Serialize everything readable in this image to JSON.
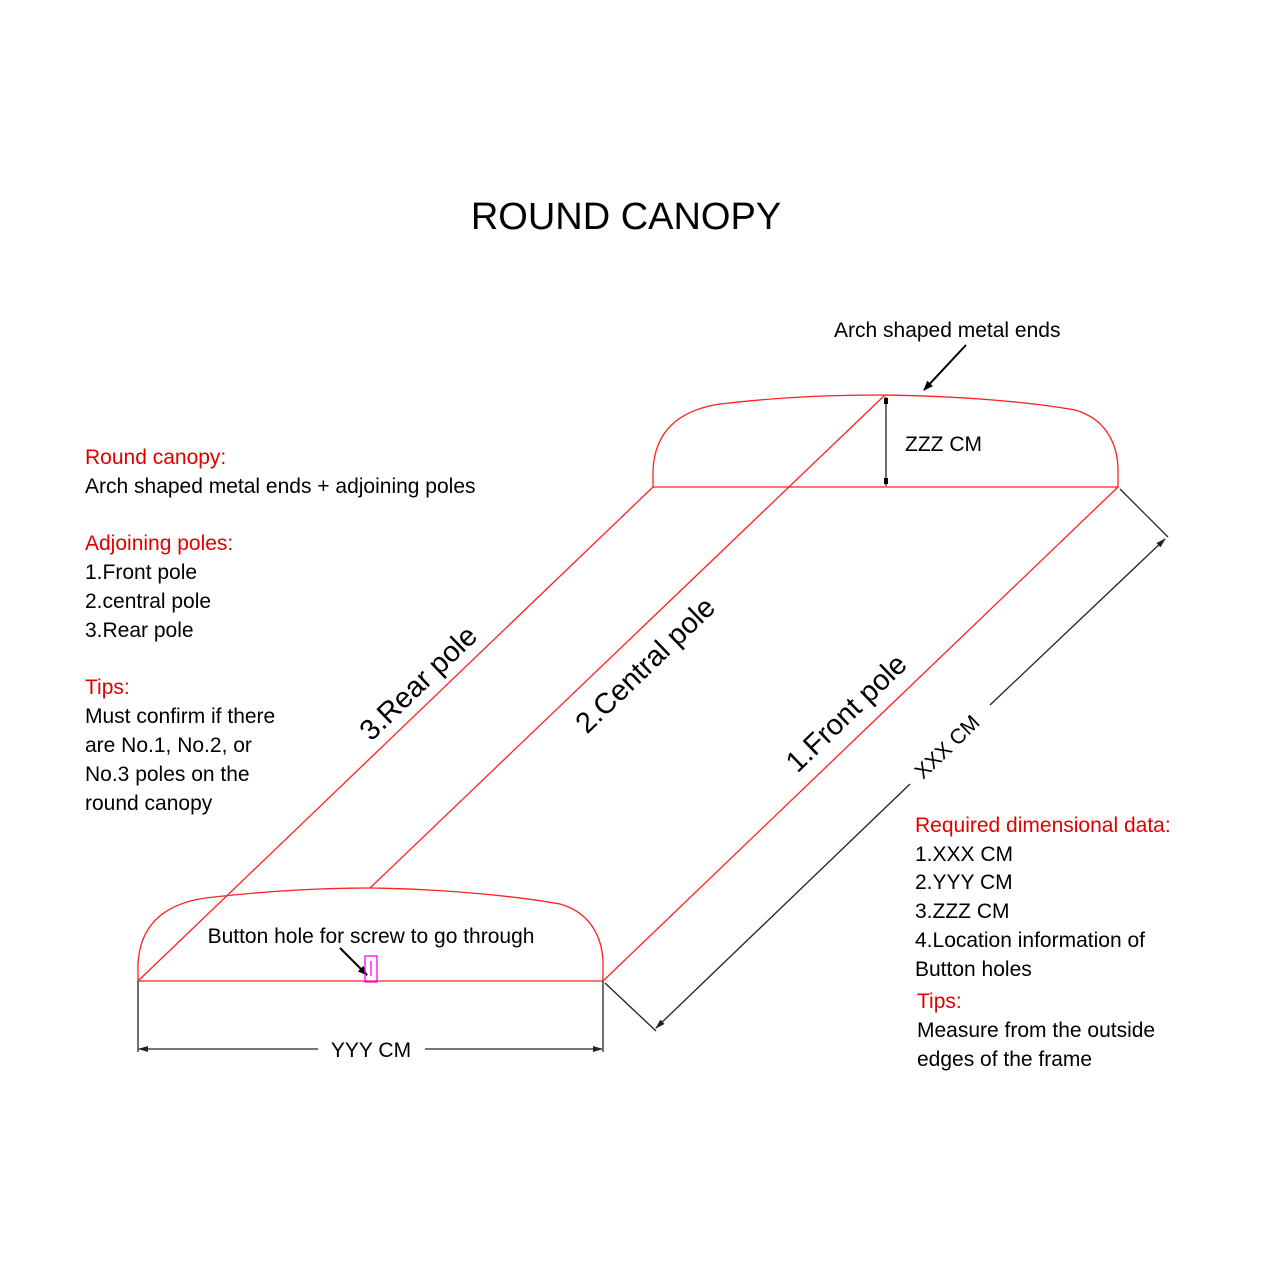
{
  "title": "ROUND CANOPY",
  "colors": {
    "frame": "#ff2020",
    "heading": "#e00000",
    "button_hole": "#ff00ff",
    "dimension": "#222222"
  },
  "labels": {
    "arch_ends": "Arch shaped metal ends",
    "zzz": "ZZZ CM",
    "yyy": "YYY CM",
    "xxx": "XXX CM",
    "button_hole": "Button hole for screw to go through",
    "rear_pole": "3.Rear pole",
    "central_pole": "2.Central pole",
    "front_pole": "1.Front pole"
  },
  "left_notes": {
    "round_canopy_heading": "Round canopy:",
    "round_canopy_text": "Arch shaped metal ends + adjoining poles",
    "poles_heading": "Adjoining poles:",
    "poles": [
      "1.Front pole",
      "2.central pole",
      "3.Rear pole"
    ],
    "tips_heading": "Tips:",
    "tips": [
      "Must confirm if there",
      "are No.1, No.2, or",
      "No.3 poles on the",
      "round canopy"
    ]
  },
  "right_notes": {
    "heading": "Required dimensional data:",
    "items": [
      "1.XXX CM",
      "2.YYY CM",
      "3.ZZZ CM",
      "4.Location information of",
      "Button holes"
    ],
    "tips_heading": "Tips:",
    "tips": [
      "Measure from the outside",
      "edges of the frame"
    ]
  }
}
